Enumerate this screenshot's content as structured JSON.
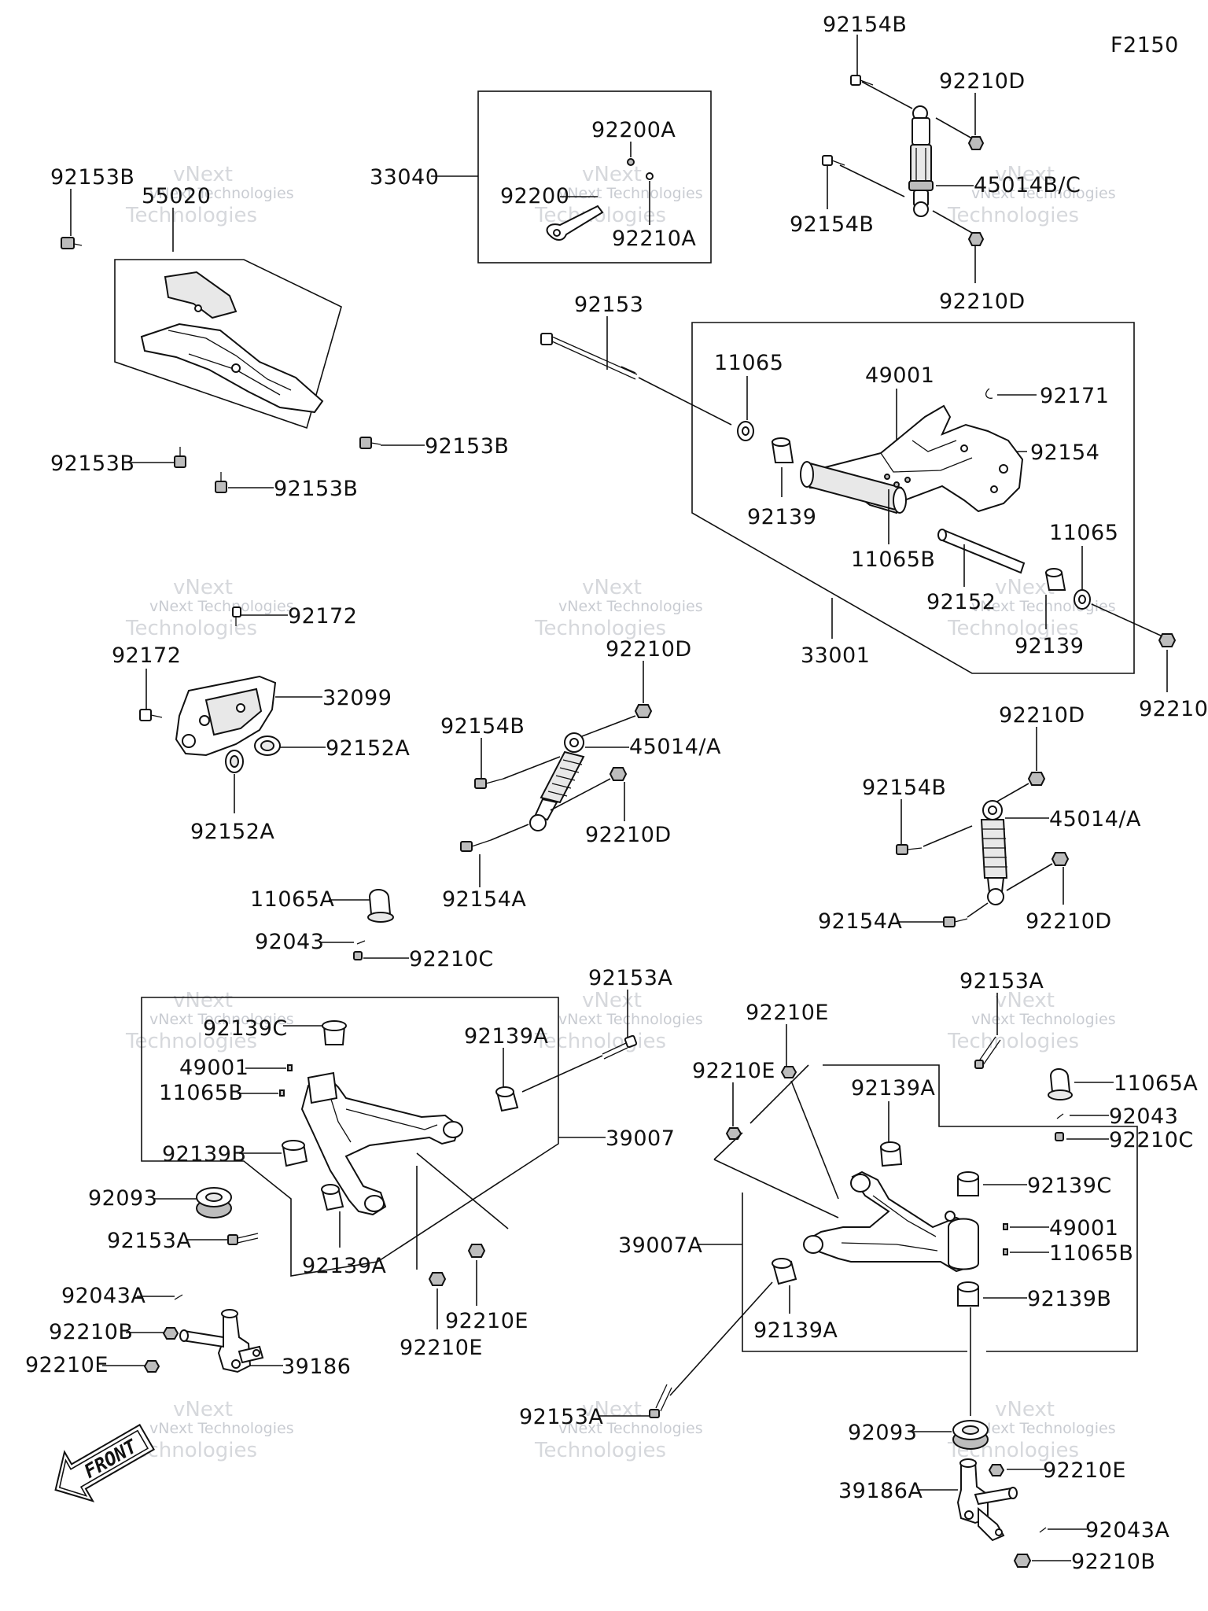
{
  "diagram_code": "F2150",
  "front_label": "FRONT",
  "watermark": {
    "brand": "vNext Technologies",
    "line1": "vNext",
    "line2": "Technologies"
  },
  "labels": {
    "l_92154B_a": "92154B",
    "l_92210D_a": "92210D",
    "l_45014BC": "45014B/C",
    "l_92154B_b": "92154B",
    "l_92210D_b": "92210D",
    "l_33040": "33040",
    "l_92200A": "92200A",
    "l_92200": "92200",
    "l_92210A": "92210A",
    "l_92153B_a": "92153B",
    "l_55020": "55020",
    "l_92153B_b": "92153B",
    "l_92153B_c": "92153B",
    "l_92153B_d": "92153B",
    "l_92153": "92153",
    "l_11065_a": "11065",
    "l_49001_a": "49001",
    "l_92171": "92171",
    "l_92154": "92154",
    "l_92139_a": "92139",
    "l_11065B_a": "11065B",
    "l_11065_b": "11065",
    "l_92152": "92152",
    "l_92139_b": "92139",
    "l_33001": "33001",
    "l_92210": "92210",
    "l_92172_a": "92172",
    "l_92172_b": "92172",
    "l_32099": "32099",
    "l_92152A_a": "92152A",
    "l_92152A_b": "92152A",
    "l_92210D_c": "92210D",
    "l_92154B_c": "92154B",
    "l_45014A_a": "45014/A",
    "l_92210D_d": "92210D",
    "l_92154A_a": "92154A",
    "l_92210D_e": "92210D",
    "l_92154B_d": "92154B",
    "l_45014A_b": "45014/A",
    "l_92154A_b": "92154A",
    "l_92210D_f": "92210D",
    "l_11065A_a": "11065A",
    "l_92043_a": "92043",
    "l_92210C_a": "92210C",
    "l_92153A_a": "92153A",
    "l_92139C_a": "92139C",
    "l_92139A_a": "92139A",
    "l_49001_b": "49001",
    "l_11065B_b": "11065B",
    "l_92139B_a": "92139B",
    "l_39007": "39007",
    "l_92093_a": "92093",
    "l_92153A_b": "92153A",
    "l_92139A_b": "92139A",
    "l_92210E_a": "92210E",
    "l_92210E_b": "92210E",
    "l_92043A_a": "92043A",
    "l_92210B_a": "92210B",
    "l_92210E_c": "92210E",
    "l_39186": "39186",
    "l_92153A_c": "92153A",
    "l_92210E_d": "92210E",
    "l_92210E_e": "92210E",
    "l_92139A_c": "92139A",
    "l_11065A_b": "11065A",
    "l_92043_b": "92043",
    "l_92210C_b": "92210C",
    "l_92139C_b": "92139C",
    "l_49001_c": "49001",
    "l_11065B_c": "11065B",
    "l_39007A": "39007A",
    "l_92139B_b": "92139B",
    "l_92139A_d": "92139A",
    "l_92153A_d": "92153A",
    "l_92093_b": "92093",
    "l_39186A": "39186A",
    "l_92210E_f": "92210E",
    "l_92043A_b": "92043A",
    "l_92210B_b": "92210B"
  }
}
